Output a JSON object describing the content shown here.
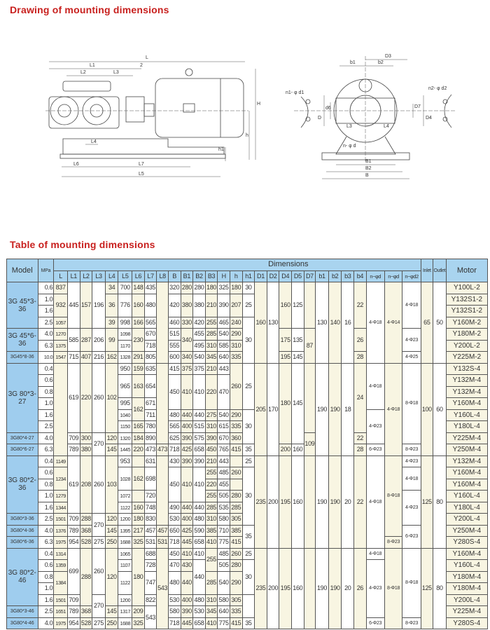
{
  "drawing": {
    "title": "Drawing of mounting dimensions",
    "side_labels": {
      "L": "L",
      "L1": "L1",
      "two": "2",
      "L2": "L2",
      "L3": "L3",
      "H": "H",
      "h": "h",
      "h1": "h1",
      "L4": "L4",
      "L6": "L6",
      "L7": "L7",
      "L5": "L5"
    },
    "front_labels": {
      "D3": "D3",
      "b1": "b1",
      "b2": "b2",
      "n1d1": "n1- φ d1",
      "n2d2": "n2- φ d2",
      "D": "D",
      "d6": "d6",
      "D7": "D7",
      "D4": "D4",
      "L3": "L3",
      "L4": "L4",
      "nd": "n- φ d",
      "B1": "B1",
      "B2": "B2",
      "B": "B"
    }
  },
  "table": {
    "title": "Table of mounting dimensions",
    "header": {
      "model": "Model",
      "mpa": "MPa",
      "dimensions": "Dimensions",
      "inlet": "Inlet",
      "outlet": "Outlet",
      "motor": "Motor",
      "columns": [
        "L",
        "L1",
        "L2",
        "L3",
        "L4",
        "L5",
        "L6",
        "L7",
        "L8",
        "B",
        "B1",
        "B2",
        "B3",
        "H",
        "h",
        "h1",
        "D1",
        "D2",
        "D4",
        "D5",
        "D7",
        "b1",
        "b2",
        "b3",
        "b4",
        "n−φd",
        "n−φd",
        "n−φd2"
      ]
    },
    "rows": [
      [
        {
          "t": "3G 45*3-36",
          "rs": 4,
          "m": 1
        },
        "0.6",
        "837",
        {
          "t": "445",
          "rs": 4
        },
        {
          "t": "157",
          "rs": 4
        },
        {
          "t": "196",
          "rs": 4
        },
        "34",
        "700",
        "148",
        "435",
        {
          "t": "",
          "rs": 7
        },
        "320",
        "280",
        "280",
        "180",
        "325",
        "180",
        "30",
        {
          "t": "160",
          "rs": 7
        },
        {
          "t": "130",
          "rs": 7
        },
        {
          "t": "160",
          "rs": 4
        },
        {
          "t": "125",
          "rs": 4
        },
        {
          "t": "",
          "rs": 4
        },
        {
          "t": "130",
          "rs": 7
        },
        {
          "t": "140",
          "rs": 7
        },
        {
          "t": "16",
          "rs": 7
        },
        {
          "t": "22",
          "rs": 4
        },
        {
          "t": "4-Φ18",
          "rs": 7
        },
        {
          "t": "4-Φ14",
          "rs": 7
        },
        {
          "t": "4-Φ18",
          "rs": 4
        },
        {
          "t": "65",
          "rs": 7
        },
        {
          "t": "50",
          "rs": 7
        },
        "Y100L-2"
      ],
      [
        "1.0",
        {
          "t": "932",
          "rs": 2
        },
        {
          "t": "36",
          "rs": 2
        },
        {
          "t": "776",
          "rs": 2
        },
        {
          "t": "160",
          "rs": 2
        },
        {
          "t": "480",
          "rs": 2
        },
        {
          "t": "420",
          "rs": 2
        },
        {
          "t": "380",
          "rs": 2
        },
        {
          "t": "380",
          "rs": 2
        },
        {
          "t": "210",
          "rs": 2
        },
        {
          "t": "390",
          "rs": 2
        },
        {
          "t": "207",
          "rs": 2
        },
        {
          "t": "25",
          "rs": 2
        },
        "Y132S1-2"
      ],
      [
        "1.6",
        "Y132S1-2"
      ],
      [
        "2.5",
        "1057",
        "39",
        "998",
        "166",
        "565",
        "460",
        "330",
        "420",
        "255",
        "465",
        "240",
        {
          "t": "30",
          "rs": 4
        },
        "Y160M-2"
      ],
      [
        {
          "t": "3G 45*6-36",
          "rs": 2,
          "m": 1
        },
        "4.0",
        "1270",
        {
          "t": "585",
          "rs": 2
        },
        {
          "t": "287",
          "rs": 2
        },
        {
          "t": "206",
          "rs": 2
        },
        {
          "t": "99",
          "rs": 2
        },
        "1098",
        {
          "t": "230",
          "rs": 2
        },
        "670",
        "515",
        {
          "t": "340",
          "rs": 2
        },
        "455",
        "285",
        "540",
        "290",
        {
          "t": "175",
          "rs": 2
        },
        {
          "t": "135",
          "rs": 2
        },
        {
          "t": "87",
          "rs": 3
        },
        {
          "t": "26",
          "rs": 2
        },
        {
          "t": "4-Φ23",
          "rs": 2
        },
        "Y180M-2"
      ],
      [
        "6.3",
        "1375",
        "1170",
        "718",
        "555",
        "495",
        "310",
        "585",
        "310",
        "Y200L-2"
      ],
      [
        {
          "t": "3G45*8-36",
          "m": 2
        },
        "10.0",
        "1547",
        "715",
        "407",
        "216",
        "162",
        "1328",
        "291",
        "805",
        "600",
        "340",
        "540",
        "345",
        "640",
        "335",
        "195",
        "145",
        "28",
        "4-Φ25",
        "Y225M-2"
      ],
      [
        {
          "t": "3G 80*3-27",
          "rs": 6,
          "m": 1
        },
        "0.4",
        {
          "t": "",
          "rs": 8
        },
        {
          "t": "619",
          "rs": 6
        },
        {
          "t": "220",
          "rs": 6
        },
        {
          "t": "260",
          "rs": 6
        },
        {
          "t": "102",
          "rs": 6
        },
        "950",
        "159",
        "635",
        {
          "t": "",
          "rs": 7
        },
        "415",
        "375",
        "375",
        "210",
        "443",
        {
          "t": "260",
          "rs": 4
        },
        {
          "t": "25",
          "rs": 4
        },
        {
          "t": "205",
          "rs": 8
        },
        {
          "t": "170",
          "rs": 8
        },
        {
          "t": "180",
          "rs": 7
        },
        {
          "t": "145",
          "rs": 7
        },
        {
          "t": "",
          "rs": 6
        },
        {
          "t": "190",
          "rs": 8
        },
        {
          "t": "190",
          "rs": 8
        },
        {
          "t": "18",
          "rs": 8
        },
        {
          "t": "24",
          "rs": 6
        },
        {
          "t": "4-Φ18",
          "rs": 4
        },
        {
          "t": "4-Φ18",
          "rs": 8
        },
        {
          "t": "8-Φ18",
          "rs": 7
        },
        {
          "t": "100",
          "rs": 8
        },
        {
          "t": "60",
          "rs": 8
        },
        "Y132S-4"
      ],
      [
        "0.6",
        {
          "t": "965",
          "rs": 2
        },
        {
          "t": "163",
          "rs": 2
        },
        {
          "t": "654",
          "rs": 2
        },
        {
          "t": "450",
          "rs": 3
        },
        {
          "t": "410",
          "rs": 3
        },
        {
          "t": "410",
          "rs": 3
        },
        {
          "t": "220",
          "rs": 3
        },
        {
          "t": "470",
          "rs": 3
        },
        "Y132M-4"
      ],
      [
        "0.8",
        "Y132M-4"
      ],
      [
        "1.0",
        "995",
        {
          "t": "162",
          "rs": 2
        },
        "671",
        "Y160M-4"
      ],
      [
        "1.6",
        "1040",
        "711",
        "480",
        "440",
        "440",
        "275",
        "540",
        "290",
        {
          "t": "30",
          "rs": 3
        },
        {
          "t": "4-Φ23",
          "rs": 3
        },
        "Y160L-4"
      ],
      [
        "2.5",
        "1150",
        "165",
        "780",
        "565",
        "400",
        "515",
        "310",
        "615",
        "335",
        "Y180L-4"
      ],
      [
        {
          "t": "3G80*4-27",
          "m": 2
        },
        "4.0",
        "709",
        "300",
        {
          "t": "270",
          "rs": 2
        },
        "120",
        "1320",
        "184",
        "890",
        "625",
        "390",
        "575",
        "390",
        "670",
        "360",
        {
          "t": "109",
          "rs": 2
        },
        "22",
        "Y225M-4"
      ],
      [
        {
          "t": "3G80*6-27",
          "m": 2
        },
        "6.3",
        "789",
        "380",
        "145",
        "1445",
        "220",
        "473",
        "473",
        "718",
        "425",
        "658",
        "450",
        "765",
        "415",
        "35",
        "200",
        "160",
        "28",
        "6-Φ23",
        "8-Φ23",
        "Y250M-4"
      ],
      [
        {
          "t": "3G 80*2-36",
          "rs": 5,
          "m": 1
        },
        "0.4",
        "1149",
        {
          "t": "619",
          "rs": 5
        },
        {
          "t": "208",
          "rs": 5
        },
        {
          "t": "260",
          "rs": 5
        },
        {
          "t": "103",
          "rs": 5
        },
        "953",
        "",
        "631",
        {
          "t": "",
          "rs": 6
        },
        "430",
        "390",
        "390",
        "210",
        "443",
        "",
        "25",
        {
          "t": "235",
          "rs": 8
        },
        {
          "t": "200",
          "rs": 8
        },
        {
          "t": "195",
          "rs": 8
        },
        {
          "t": "160",
          "rs": 8
        },
        {
          "t": "",
          "rs": 8
        },
        {
          "t": "190",
          "rs": 8
        },
        {
          "t": "190",
          "rs": 8
        },
        {
          "t": "20",
          "rs": 8
        },
        {
          "t": "22",
          "rs": 8
        },
        {
          "t": "4-Φ18",
          "rs": 8
        },
        {
          "t": "8-Φ18",
          "rs": 7
        },
        "4-Φ23",
        {
          "t": "125",
          "rs": 8
        },
        {
          "t": "80",
          "rs": 8
        },
        "Y132M-4"
      ],
      [
        "0.6",
        {
          "t": "1234",
          "rs": 2
        },
        {
          "t": "1028",
          "rs": 2
        },
        {
          "t": "162",
          "rs": 2
        },
        {
          "t": "698",
          "rs": 2
        },
        {
          "t": "450",
          "rs": 3
        },
        {
          "t": "410",
          "rs": 3
        },
        {
          "t": "410",
          "rs": 3
        },
        "255",
        "485",
        "260",
        {
          "t": "30",
          "rs": 5
        },
        {
          "t": "4-Φ18",
          "rs": 2
        },
        "Y160M-4"
      ],
      [
        "0.8",
        "220",
        "455",
        "",
        "Y160M-4"
      ],
      [
        "1.0",
        "1279",
        "1072",
        "",
        "720",
        "255",
        "505",
        "280",
        {
          "t": "4-Φ23",
          "rs": 3
        },
        "Y160L-4"
      ],
      [
        "1.6",
        "1344",
        "1122",
        "160",
        "748",
        "490",
        "440",
        "440",
        "285",
        "535",
        "285",
        "Y180L-4"
      ],
      [
        {
          "t": "3G80*3-36",
          "m": 2
        },
        "2.5",
        "1501",
        "709",
        "288",
        {
          "t": "270",
          "rs": 2
        },
        "120",
        "1200",
        "180",
        "830",
        "530",
        "400",
        "480",
        "310",
        "580",
        "305",
        "Y200L-4"
      ],
      [
        {
          "t": "3G80*4-36",
          "m": 2
        },
        "4.0",
        "1376",
        "789",
        "368",
        "145",
        "1395",
        "217",
        "457",
        "457",
        "650",
        "425",
        "590",
        "385",
        "710",
        "385",
        {
          "t": "35",
          "rs": 2
        },
        {
          "t": "6-Φ23",
          "rs": 2
        },
        "Y250M-4"
      ],
      [
        {
          "t": "3G80*6-36",
          "m": 2
        },
        "6.3",
        "1975",
        "954",
        "528",
        "275",
        "250",
        "1688",
        "325",
        "531",
        "531",
        "718",
        "445",
        "658",
        "410",
        "775",
        "415",
        "8-Φ23",
        "Y280S-4"
      ],
      [
        {
          "t": "3G 80*2-46",
          "rs": 5,
          "m": 1
        },
        "0.4",
        "1314",
        {
          "t": "699",
          "rs": 4
        },
        {
          "t": "288",
          "rs": 5
        },
        {
          "t": "260",
          "rs": 4
        },
        {
          "t": "120",
          "rs": 5
        },
        "1065",
        {
          "t": "180",
          "rs": 5
        },
        "688",
        {
          "t": "543",
          "rs": 7
        },
        "450",
        "410",
        "410",
        {
          "t": "255",
          "rs": 2
        },
        "485",
        "260",
        "25",
        {
          "t": "235",
          "rs": 7
        },
        {
          "t": "200",
          "rs": 7
        },
        {
          "t": "195",
          "rs": 7
        },
        {
          "t": "160",
          "rs": 7
        },
        {
          "t": "",
          "rs": 7
        },
        {
          "t": "190",
          "rs": 7
        },
        {
          "t": "190",
          "rs": 7
        },
        {
          "t": "20",
          "rs": 7
        },
        {
          "t": "26",
          "rs": 7
        },
        "4-Φ18",
        {
          "t": "8-Φ18",
          "rs": 7
        },
        {
          "t": "8-Φ18",
          "rs": 6
        },
        {
          "t": "125",
          "rs": 7
        },
        {
          "t": "80",
          "rs": 7
        },
        "Y160M-4"
      ],
      [
        "0.6",
        "1359",
        "1107",
        "728",
        "470",
        "430",
        {
          "t": "440",
          "rs": 3
        },
        "505",
        "280",
        {
          "t": "30",
          "rs": 3
        },
        {
          "t": "4-Φ23",
          "rs": 5
        },
        "Y160L-4"
      ],
      [
        "0.8",
        {
          "t": "1384",
          "rs": 2
        },
        {
          "t": "1122",
          "rs": 2
        },
        {
          "t": "747",
          "rs": 2
        },
        {
          "t": "480",
          "rs": 2
        },
        {
          "t": "440",
          "rs": 2
        },
        {
          "t": "285",
          "rs": 2
        },
        {
          "t": "540",
          "rs": 2
        },
        {
          "t": "290",
          "rs": 2
        },
        "Y180M-4"
      ],
      [
        "1.0",
        "Y180M-4"
      ],
      [
        "1.6",
        "1501",
        "709",
        {
          "t": "270",
          "rs": 2
        },
        "1200",
        "822",
        "530",
        "400",
        "480",
        "310",
        "580",
        "305",
        {
          "t": "",
          "rs": 2
        },
        "Y200L-4"
      ],
      [
        {
          "t": "3G80*3-46",
          "m": 2
        },
        "2.5",
        "1651",
        "789",
        "368",
        "145",
        "1317",
        "209",
        {
          "t": "543",
          "rs": 2
        },
        "580",
        "390",
        "530",
        "345",
        "640",
        "335",
        "Y225M-4"
      ],
      [
        {
          "t": "3G80*4-46",
          "m": 2
        },
        "4.0",
        "1975",
        "954",
        "528",
        "275",
        "250",
        "1688",
        "325",
        "718",
        "445",
        "658",
        "410",
        "775",
        "415",
        "35",
        "6-Φ23",
        "8-Φ23",
        "Y280S-4"
      ]
    ]
  }
}
